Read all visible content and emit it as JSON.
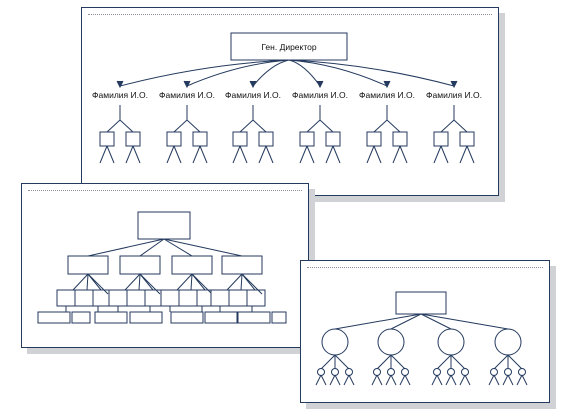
{
  "top_chart": {
    "root_label": "Ген. Директор",
    "child_labels": [
      "Фамилия И.О.",
      "Фамилия И.О.",
      "Фамилия И.О.",
      "Фамилия И.О.",
      "Фамилия И.О.",
      "Фамилия И.О."
    ]
  },
  "colors": {
    "stroke": "#243a5e",
    "shadow": "#d0d2d6"
  }
}
